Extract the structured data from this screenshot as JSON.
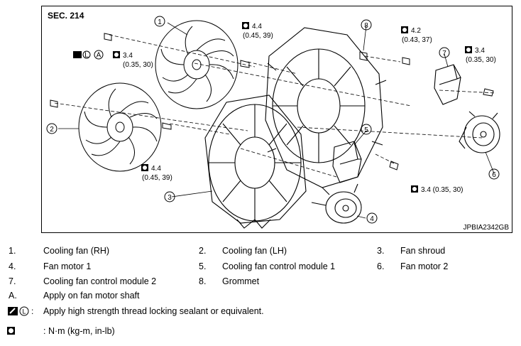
{
  "diagram": {
    "section": "SEC. 214",
    "code": "JPBIA2342GB",
    "callouts": [
      "1",
      "2",
      "3",
      "4",
      "5",
      "6",
      "7",
      "8"
    ],
    "torques": [
      {
        "value": "3.4",
        "units": "(0.35, 30)",
        "symbols": "A"
      },
      {
        "value": "4.4",
        "units": "(0.45, 39)"
      },
      {
        "value": "4.2",
        "units": "(0.43, 37)"
      },
      {
        "value": "3.4",
        "units": "(0.35, 30)"
      },
      {
        "value": "4.4",
        "units": "(0.45, 39)"
      },
      {
        "value": "3.4 (0.35, 30)"
      }
    ]
  },
  "legend": {
    "items": [
      {
        "num": "1.",
        "text": "Cooling fan (RH)"
      },
      {
        "num": "2.",
        "text": "Cooling fan (LH)"
      },
      {
        "num": "3.",
        "text": "Fan shroud"
      },
      {
        "num": "4.",
        "text": "Fan motor 1"
      },
      {
        "num": "5.",
        "text": "Cooling fan control module 1"
      },
      {
        "num": "6.",
        "text": "Fan motor 2"
      },
      {
        "num": "7.",
        "text": "Cooling fan control module 2"
      },
      {
        "num": "8.",
        "text": "Grommet"
      }
    ],
    "a_label": "A.",
    "a_text": "Apply on fan motor shaft",
    "sealant_text": "Apply high strength thread locking sealant or equivalent.",
    "torque_text": ": N·m (kg-m, in-lb)"
  }
}
